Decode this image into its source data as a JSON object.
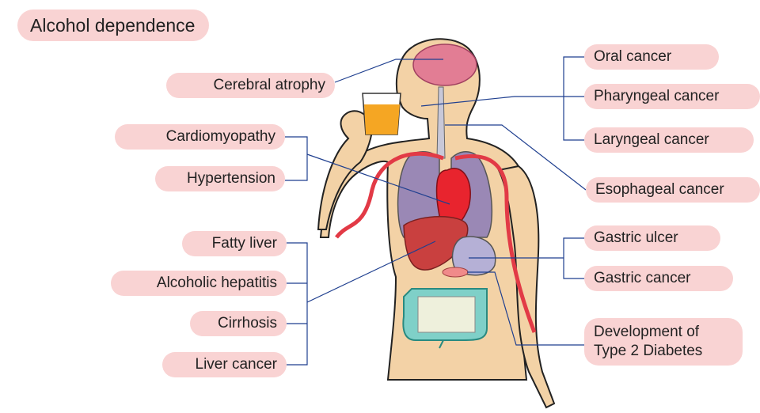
{
  "title": "Alcohol dependence",
  "labels": {
    "cerebral_atrophy": "Cerebral atrophy",
    "cardiomyopathy": "Cardiomyopathy",
    "hypertension": "Hypertension",
    "fatty_liver": "Fatty liver",
    "alcoholic_hepatitis": "Alcoholic hepatitis",
    "cirrhosis": "Cirrhosis",
    "liver_cancer": "Liver cancer",
    "oral_cancer": "Oral cancer",
    "pharyngeal_cancer": "Pharyngeal cancer",
    "laryngeal_cancer": "Laryngeal cancer",
    "esophageal_cancer": "Esophageal cancer",
    "gastric_ulcer": "Gastric ulcer",
    "gastric_cancer": "Gastric cancer",
    "diabetes_line1": "Development of",
    "diabetes_line2": "Type 2 Diabetes"
  },
  "colors": {
    "label_bg": "#f9d3d3",
    "connector": "#1f3f8f",
    "skin": "#f3d2a6",
    "brain": "#e27d94",
    "lungs": "#9a88b5",
    "heart": "#e8242e",
    "liver": "#c9403f",
    "stomach": "#b5b0d6",
    "intestine": "#7fd0c8",
    "beer": "#f5a623"
  }
}
